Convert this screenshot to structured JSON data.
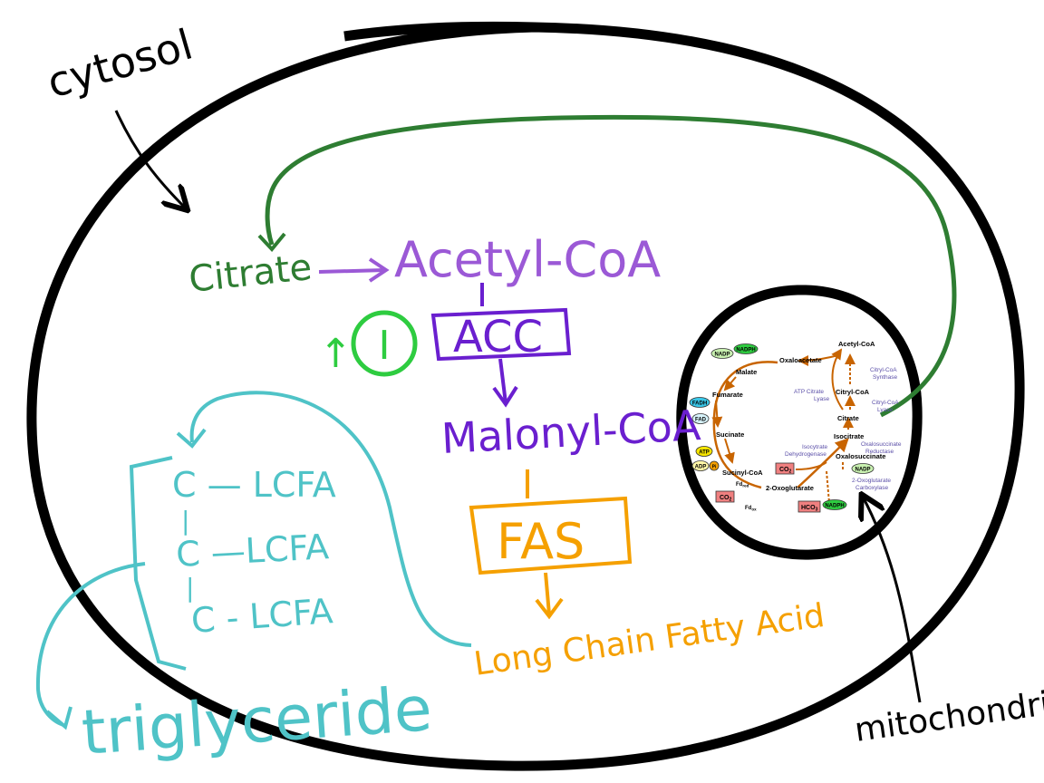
{
  "colors": {
    "outline": "#000000",
    "citrate": "#2e7d32",
    "acetyl": "#9b59d6",
    "acc": "#6a1fcf",
    "inhibitor": "#2ecc40",
    "fas": "#f5a000",
    "lcfa": "#4fc3c7",
    "cycle": "#c86400",
    "enzyme": "#5b4fa8"
  },
  "labels": {
    "cytosol": "cytosol",
    "mitochondria": "mitochondria",
    "citrate": "Citrate",
    "acetyl_coa": "Acetyl-CoA",
    "inhibitor": "I",
    "acc": "ACC",
    "malonyl_coa": "Malonyl-CoA",
    "fas": "FAS",
    "lcfa_product": "Long Chain Fatty Acid",
    "triglyceride": "triglyceride",
    "tg_rows": [
      "C — LCFA",
      "C —LCFA",
      "C - LCFA"
    ]
  },
  "cycle": {
    "metabolites": {
      "acetyl_coa": "Acetyl-CoA",
      "oxaloacetate": "Oxaloacetate",
      "malate": "Malate",
      "fumarate": "Fumarate",
      "sucinate": "Sucinate",
      "sucinyl_coa": "Sucinyl-CoA",
      "oxoglutarate": "2-Oxoglutarate",
      "oxalosuccinate": "Oxalosuccinate",
      "isocitrate": "Isocitrate",
      "citrate": "Citrate",
      "citryl_coa": "Citryl-CoA"
    },
    "enzymes": {
      "atp_citrate_lyase_1": "ATP Citrate",
      "atp_citrate_lyase_2": "Lyase",
      "citryl_coa_synthase_1": "Citryl-CoA",
      "citryl_coa_synthase_2": "Synthase",
      "citryl_coa_lyase_1": "Citryl-CoA",
      "citryl_coa_lyase_2": "Lyase",
      "isocitrate_dh_1": "Isocytrate",
      "isocitrate_dh_2": "Dehydrogenase",
      "oxalosuccinate_red_1": "Oxalosuccinate",
      "oxalosuccinate_red_2": "Reductase",
      "oxoglutarate_carb_1": "2-Oxoglutarate",
      "oxoglutarate_carb_2": "Carboxylase"
    },
    "cofactors": {
      "nadp": "NADP",
      "nadph": "NADPH",
      "fadh": "FADH",
      "fad": "FAD",
      "atp": "ATP",
      "adp": "ADP",
      "pi": "Pi",
      "co2": "CO",
      "co2_sub": "2",
      "hco3": "HCO",
      "hco3_sub": "3",
      "fd": "Fd",
      "red": "red",
      "ox": "ox"
    }
  }
}
